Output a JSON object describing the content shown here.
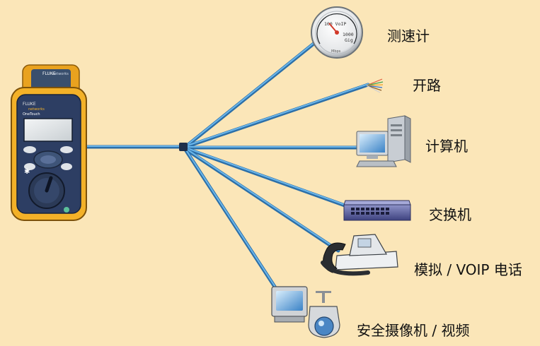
{
  "tester": {
    "brand": "FLUKE",
    "sub_brand": "networks",
    "model_line": "OneTouch"
  },
  "gauge": {
    "mark_100": "100 VoIP",
    "mark_1000": "1000",
    "mark_gig": "Gig",
    "unit": "Mbps"
  },
  "labels": {
    "speed": "测速计",
    "open": "开路",
    "computer": "计算机",
    "switch": "交换机",
    "phone": "模拟 / VOIP 电话",
    "camera": "安全摄像机 / 视频"
  },
  "colors": {
    "background": "#fbe6b8",
    "cable": "#4e9fd8",
    "tester_body": "#f3b128",
    "tester_face": "#2d3e63"
  }
}
